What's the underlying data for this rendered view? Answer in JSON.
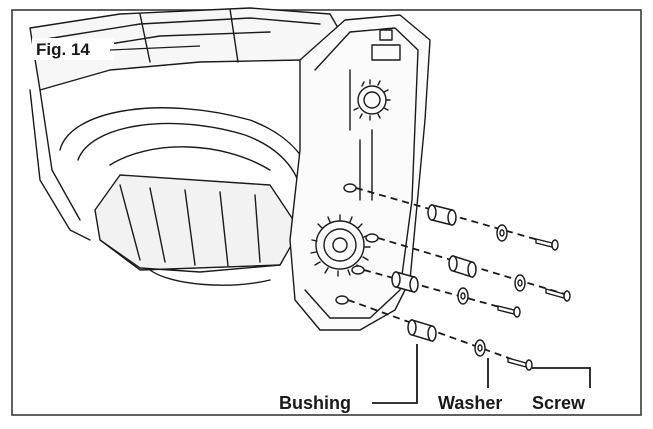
{
  "figure": {
    "title": "Fig. 14"
  },
  "labels": {
    "bushing": "Bushing",
    "washer": "Washer",
    "screw": "Screw"
  },
  "colors": {
    "ink": "#1a1a1a",
    "paper": "#ffffff",
    "frame": "#3a3a3a"
  }
}
